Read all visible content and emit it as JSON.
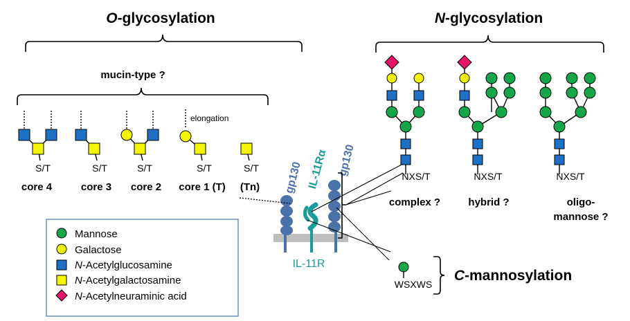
{
  "o_glycosylation": {
    "title_italic": "O",
    "title_rest": "-glycosylation",
    "mucin_label": "mucin-type ?",
    "elongation_label": "elongation",
    "site": "S/T",
    "cores": [
      "core 4",
      "core 3",
      "core 2",
      "core 1 (T)",
      "(Tn)"
    ]
  },
  "n_glycosylation": {
    "title_italic": "N",
    "title_rest": "-glycosylation",
    "site": "NXS/T",
    "types": [
      "complex ?",
      "hybrid ?",
      "oligo-",
      "mannose ?"
    ]
  },
  "c_mannosylation": {
    "title_italic": "C",
    "title_rest": "-mannosylation",
    "site": "WSXWS"
  },
  "receptor": {
    "gp130_left": "gp130",
    "il11ra": "IL-11Rα",
    "gp130_right": "gp130",
    "complex": "IL-11R"
  },
  "legend": {
    "items": [
      {
        "symbol": "mannose-circle",
        "italic": "",
        "text": "Mannose"
      },
      {
        "symbol": "galactose-circle",
        "italic": "",
        "text": "Galactose"
      },
      {
        "symbol": "glcnac-square",
        "italic": "N",
        "text": "-Acetylglucosamine"
      },
      {
        "symbol": "galnac-square",
        "italic": "N",
        "text": "-Acetylgalactosamine"
      },
      {
        "symbol": "neu5ac-diamond",
        "italic": "N",
        "text": "-Acetylneuraminic acid"
      }
    ]
  },
  "colors": {
    "mannose": "#16a64a",
    "galactose": "#f5f500",
    "glcnac": "#1f6fc4",
    "galnac": "#f5f500",
    "neu5ac": "#e5126a",
    "gp130": "#4a72a8",
    "il11ra": "#1a9a98",
    "membrane": "#bdbdbd"
  }
}
